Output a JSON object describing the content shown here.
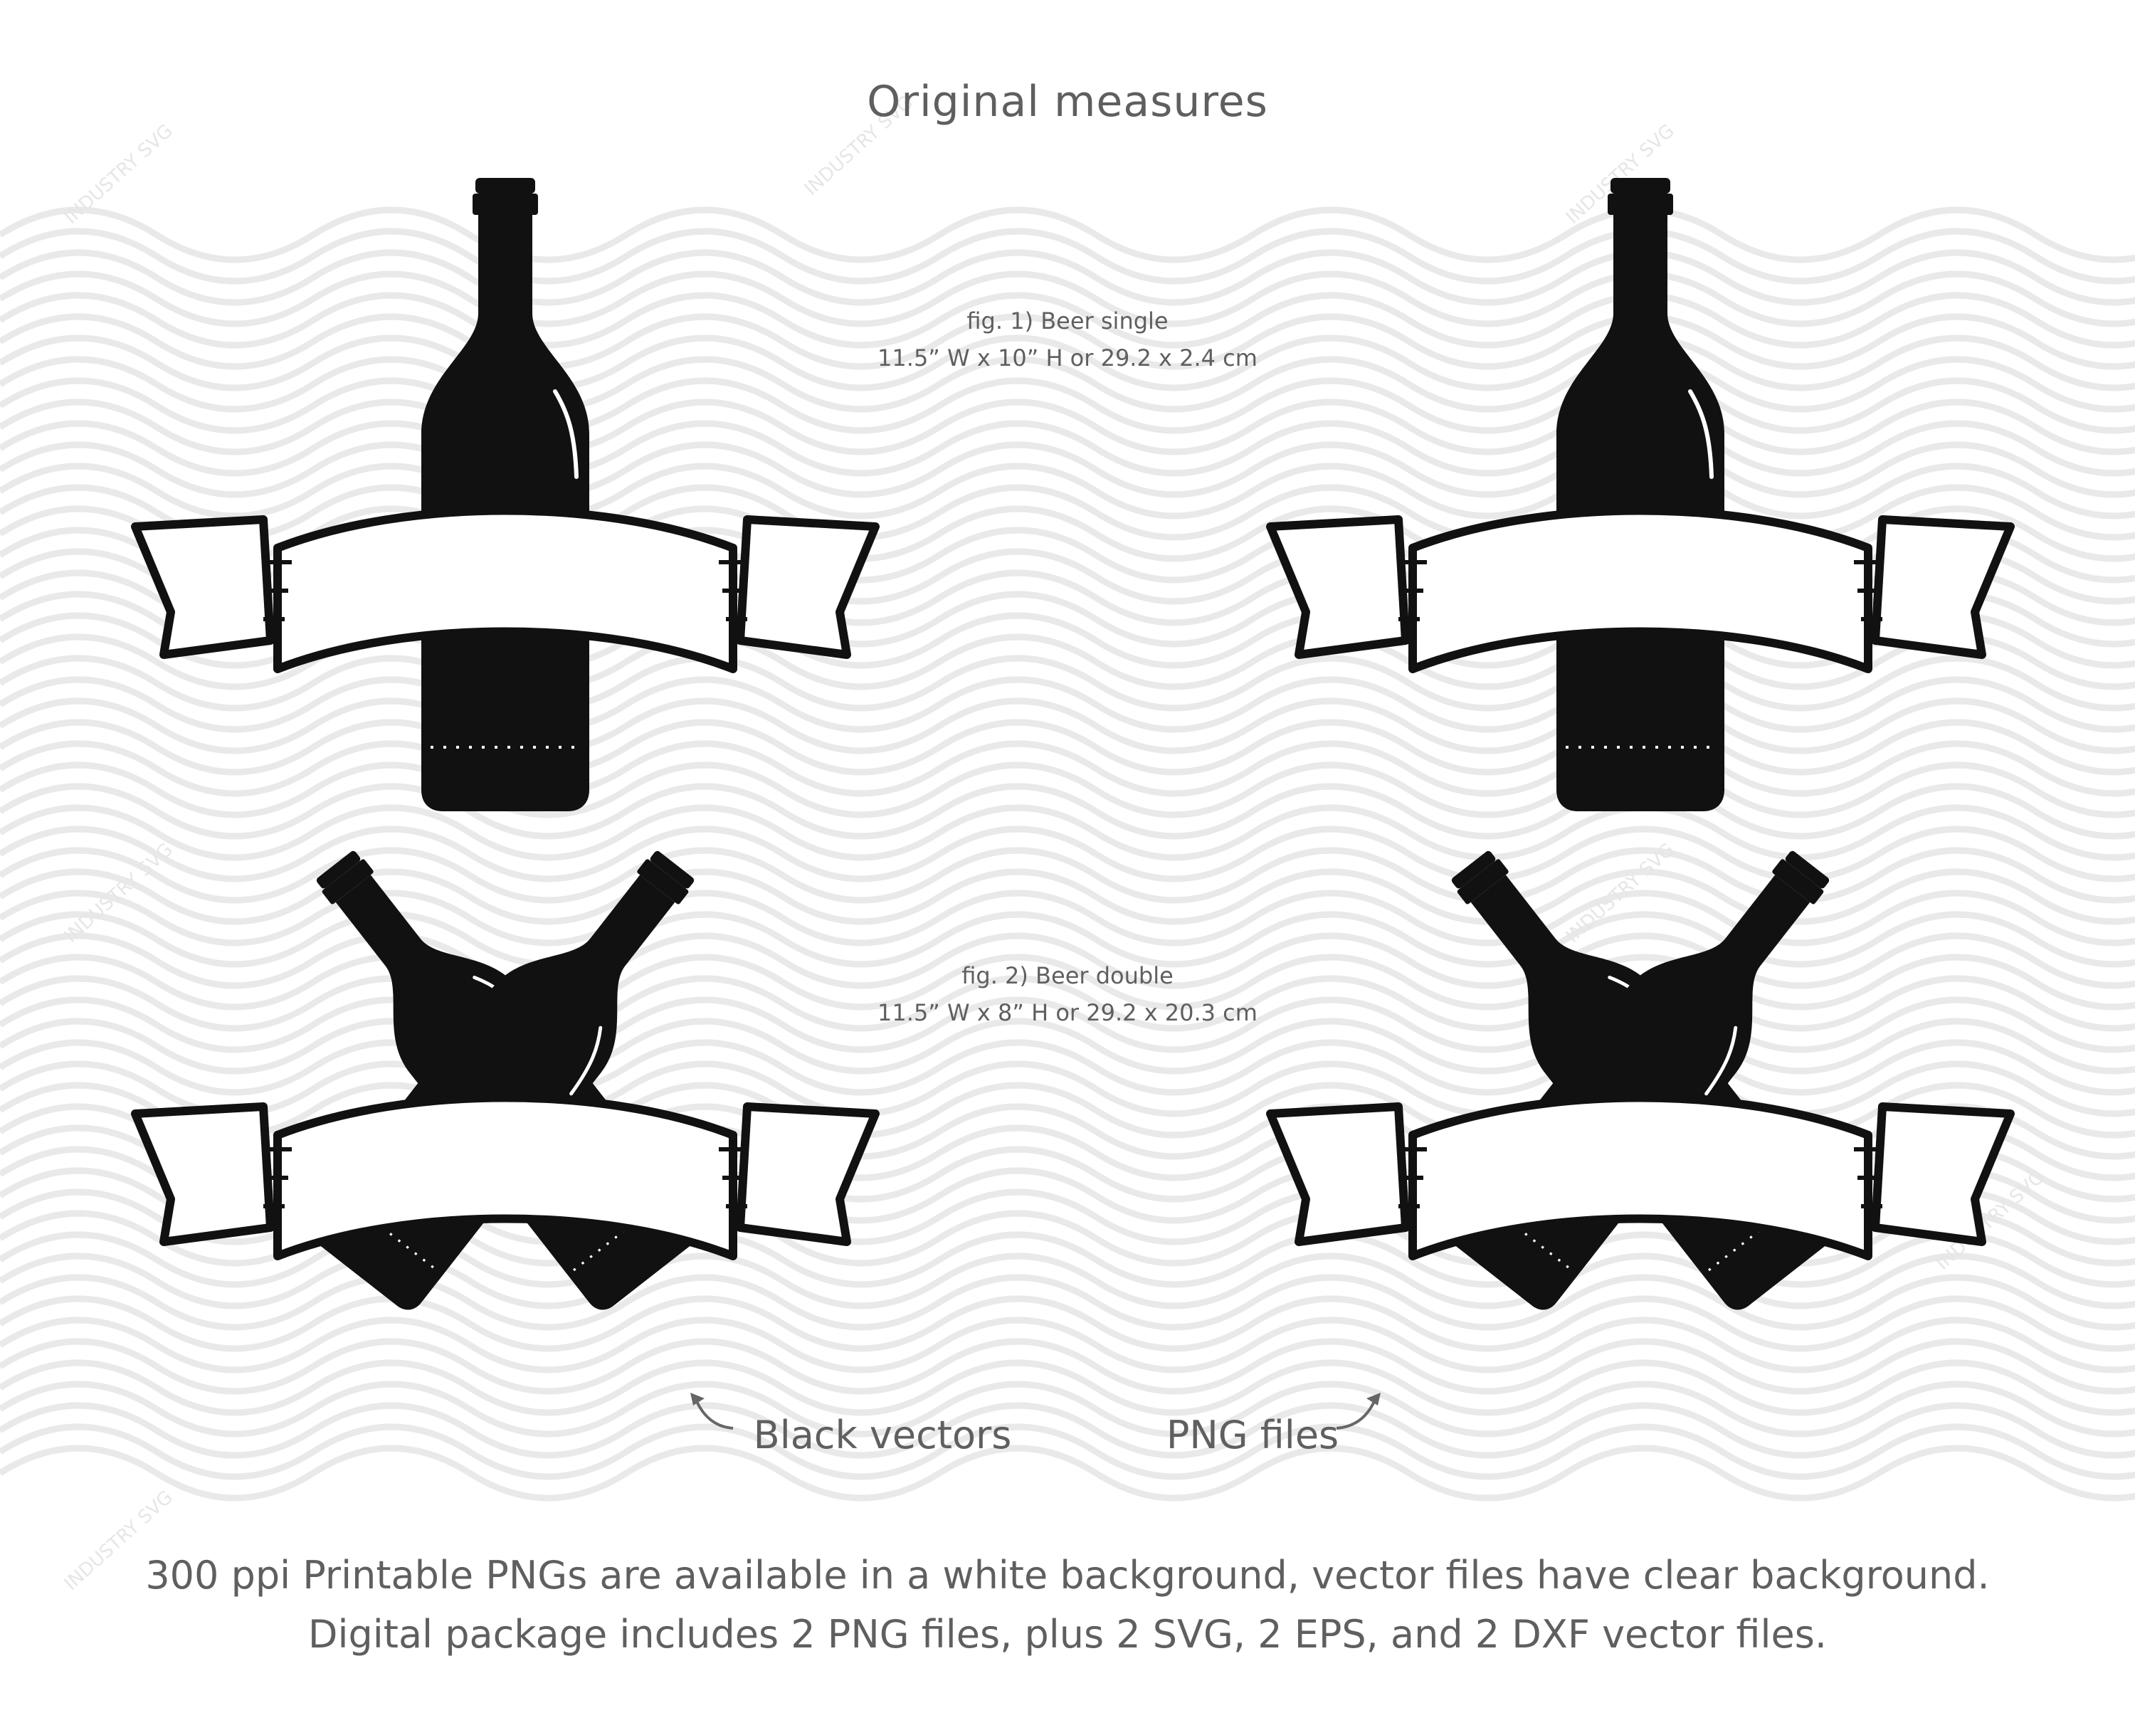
{
  "title": "Original measures",
  "figures": [
    {
      "label": "fig. 1)  Beer single",
      "size": "11.5” W x 10” H or 29.2 x 2.4 cm"
    },
    {
      "label": "fig. 2)  Beer double",
      "size": "11.5” W x 8” H or 29.2 x 20.3 cm"
    }
  ],
  "callouts": {
    "black_vectors": "Black vectors",
    "png_files": "PNG files"
  },
  "footer": {
    "line1": "300 ppi Printable PNGs are available in a white background, vector files have clear background.",
    "line2": "Digital package includes 2 PNG files, plus 2 SVG, 2 EPS, and 2 DXF vector files."
  },
  "watermark": "INDUSTRY SVG",
  "colors": {
    "ink": "#111111",
    "text": "#5f5f5f",
    "pattern": "#e9e9e9"
  }
}
